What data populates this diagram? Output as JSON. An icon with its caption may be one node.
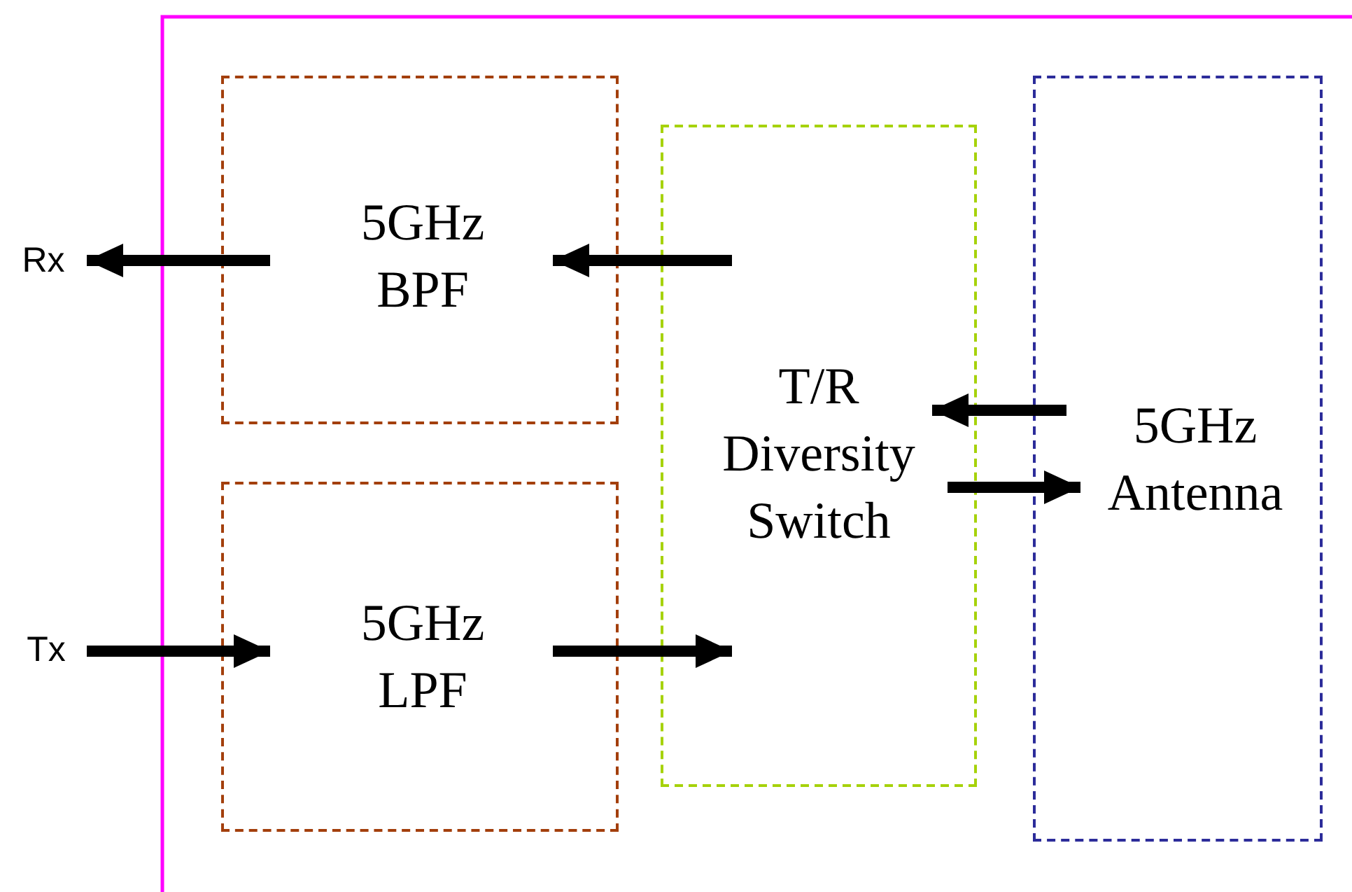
{
  "diagram": {
    "nodes": [
      {
        "text": [
          "Rx"
        ]
      },
      {
        "text": [
          "Tx"
        ]
      },
      {
        "text": [
          "5GHz BPF"
        ]
      },
      {
        "text": [
          "5GHz LPF"
        ]
      },
      {
        "text": [
          "T/R Diversity Switch"
        ]
      },
      {
        "text": [
          "5GHz Antenna"
        ]
      }
    ],
    "edges": [
      {
        "from": 2,
        "to": 0,
        "arrow": "to"
      },
      {
        "from": 4,
        "to": 2,
        "arrow": "to"
      },
      {
        "from": 1,
        "to": 3,
        "arrow": "to"
      },
      {
        "from": 3,
        "to": 4,
        "arrow": "to"
      },
      {
        "from": 5,
        "to": 4,
        "arrow": "to"
      },
      {
        "from": 4,
        "to": 5,
        "arrow": "to"
      }
    ]
  }
}
